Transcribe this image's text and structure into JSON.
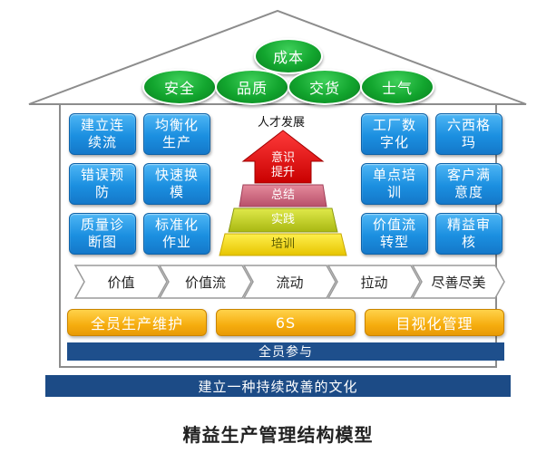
{
  "roof": {
    "top": "成本",
    "row": [
      "安全",
      "品质",
      "交货",
      "士气"
    ]
  },
  "left_boxes": [
    "建立连\n续流",
    "均衡化\n生产",
    "错误预\n防",
    "快速换\n模",
    "质量诊\n断图",
    "标准化\n作业"
  ],
  "right_boxes": [
    "工厂数\n字化",
    "六西格\n玛",
    "单点培\n训",
    "客户满\n意度",
    "价值流\n转型",
    "精益审\n核"
  ],
  "pyramid": {
    "title": "人才发展",
    "levels": [
      "意识\n提升",
      "总结",
      "实践",
      "培训"
    ]
  },
  "chevrons": [
    "价值",
    "价值流",
    "流动",
    "拉动",
    "尽善尽美"
  ],
  "foundation": [
    "全员生产维护",
    "6S",
    "目视化管理"
  ],
  "participation": "全员参与",
  "culture": "建立一种持续改善的文化",
  "caption": "精益生产管理结构模型"
}
